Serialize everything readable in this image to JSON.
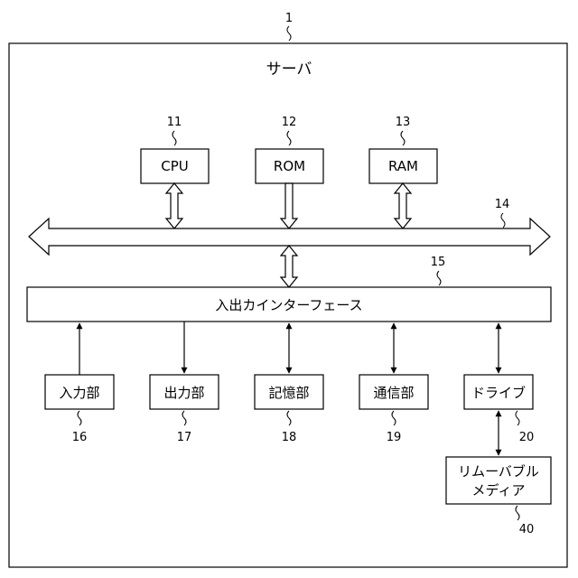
{
  "diagram": {
    "reference": "1",
    "title": "サーバ",
    "cpu": {
      "label": "CPU",
      "ref": "11"
    },
    "rom": {
      "label": "ROM",
      "ref": "12"
    },
    "ram": {
      "label": "RAM",
      "ref": "13"
    },
    "bus": {
      "ref": "14"
    },
    "io_interface": {
      "label": "入出カインターフェース",
      "ref": "15"
    },
    "input_unit": {
      "label": "入力部",
      "ref": "16"
    },
    "output_unit": {
      "label": "出力部",
      "ref": "17"
    },
    "storage_unit": {
      "label": "記憶部",
      "ref": "18"
    },
    "communication_unit": {
      "label": "通信部",
      "ref": "19"
    },
    "drive": {
      "label": "ドライブ",
      "ref": "20"
    },
    "removable_media": {
      "label_line1": "リムーバブル",
      "label_line2": "メディア",
      "ref": "40"
    }
  }
}
